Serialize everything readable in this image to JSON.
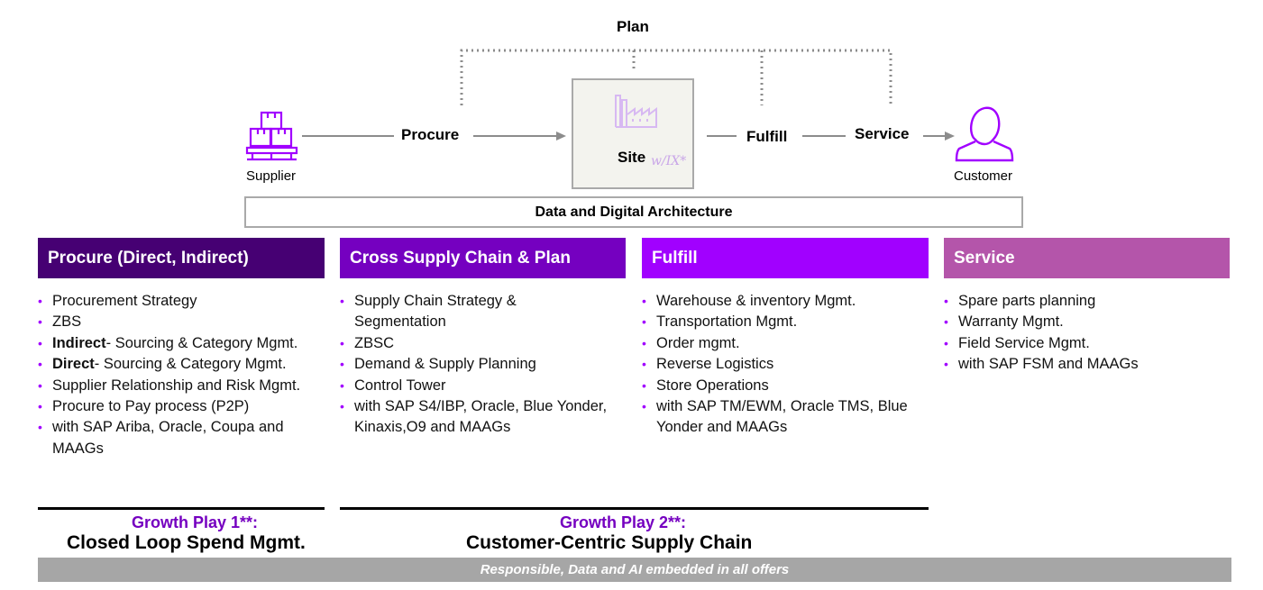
{
  "diagram": {
    "plan_label": "Plan",
    "supplier_label": "Supplier",
    "procure_label": "Procure",
    "site_label": "Site",
    "site_sub": "w/IX*",
    "fulfill_label": "Fulfill",
    "service_label": "Service",
    "customer_label": "Customer",
    "architecture_label": "Data and Digital Architecture",
    "icons": [
      "boxes-icon",
      "factory-icon",
      "person-icon"
    ]
  },
  "columns": [
    {
      "title": "Procure (Direct, Indirect)",
      "color": "#460073",
      "items": [
        {
          "bold": "",
          "text": "Procurement Strategy"
        },
        {
          "bold": "",
          "text": "ZBS"
        },
        {
          "bold": "Indirect",
          "text": "- Sourcing & Category Mgmt."
        },
        {
          "bold": "Direct",
          "text": "- Sourcing & Category Mgmt."
        },
        {
          "bold": "",
          "text": "Supplier Relationship and Risk Mgmt."
        },
        {
          "bold": "",
          "text": "Procure to Pay process (P2P)"
        },
        {
          "bold": "",
          "text": "with SAP Ariba, Oracle, Coupa and MAAGs"
        }
      ]
    },
    {
      "title": "Cross Supply Chain & Plan",
      "color": "#7500c0",
      "items": [
        {
          "bold": "",
          "text": "Supply Chain Strategy & Segmentation"
        },
        {
          "bold": "",
          "text": "ZBSC"
        },
        {
          "bold": "",
          "text": "Demand & Supply Planning"
        },
        {
          "bold": "",
          "text": "Control Tower"
        },
        {
          "bold": "",
          "text": "with SAP S4/IBP, Oracle, Blue Yonder, Kinaxis,O9 and MAAGs"
        }
      ]
    },
    {
      "title": "Fulfill",
      "color": "#a100ff",
      "items": [
        {
          "bold": "",
          "text": "Warehouse  & inventory Mgmt."
        },
        {
          "bold": "",
          "text": "Transportation Mgmt."
        },
        {
          "bold": "",
          "text": "Order mgmt."
        },
        {
          "bold": "",
          "text": "Reverse Logistics"
        },
        {
          "bold": "",
          "text": "Store Operations"
        },
        {
          "bold": "",
          "text": "with SAP TM/EWM, Oracle TMS, Blue Yonder and MAAGs"
        }
      ]
    },
    {
      "title": "Service",
      "color": "#b455aa",
      "items": [
        {
          "bold": "",
          "text": "Spare parts planning"
        },
        {
          "bold": "",
          "text": "Warranty Mgmt."
        },
        {
          "bold": "",
          "text": "Field Service Mgmt."
        },
        {
          "bold": "",
          "text": "with SAP FSM and MAAGs"
        }
      ]
    }
  ],
  "growth_plays": [
    {
      "title": "Growth Play 1**:",
      "name": "Closed Loop Spend Mgmt."
    },
    {
      "title": "Growth Play 2**:",
      "name": "Customer-Centric Supply Chain"
    }
  ],
  "footer": "Responsible, Data and AI embedded in all offers"
}
